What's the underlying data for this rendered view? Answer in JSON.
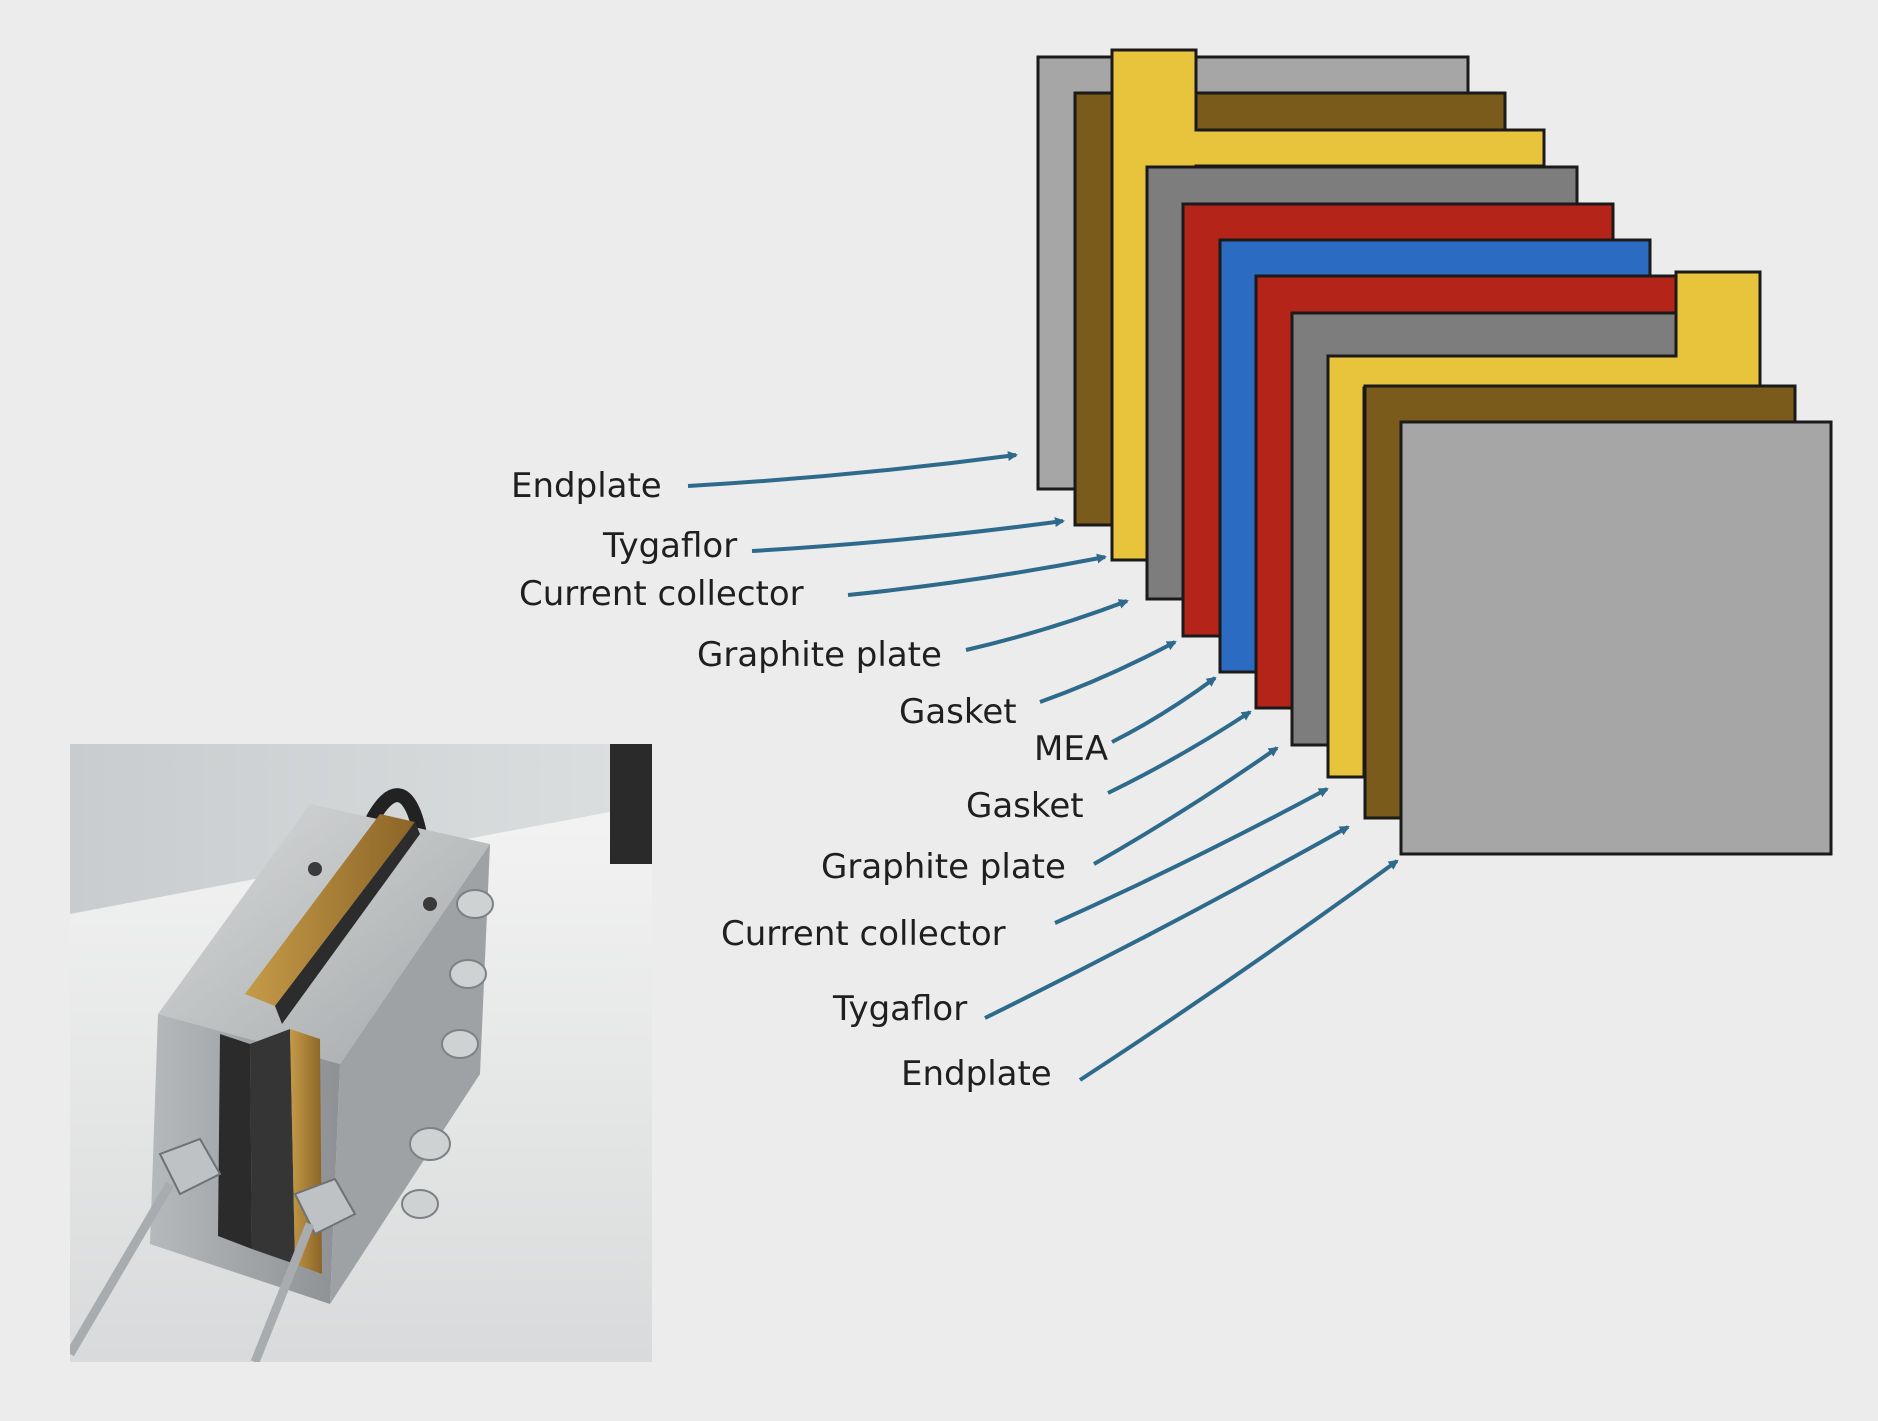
{
  "colors": {
    "background": "#ececec",
    "outline": "#1a1a1a",
    "arrow": "#2e6a8c",
    "endplate": "#a6a6a6",
    "tygaflor": "#7a5b1c",
    "current_collector": "#e8c33c",
    "graphite_plate": "#7d7d7d",
    "gasket": "#b42418",
    "mea": "#2b6cc2"
  },
  "layers": [
    {
      "type": "endplate",
      "label": "Endplate"
    },
    {
      "type": "tygaflor",
      "label": "Tygaflor"
    },
    {
      "type": "current_collector",
      "label": "Current collector"
    },
    {
      "type": "graphite_plate",
      "label": "Graphite plate"
    },
    {
      "type": "gasket",
      "label": "Gasket"
    },
    {
      "type": "mea",
      "label": "MEA"
    },
    {
      "type": "gasket",
      "label": "Gasket"
    },
    {
      "type": "graphite_plate",
      "label": "Graphite plate"
    },
    {
      "type": "current_collector",
      "label": "Current collector"
    },
    {
      "type": "tygaflor",
      "label": "Tygaflor"
    },
    {
      "type": "endplate",
      "label": "Endplate"
    }
  ],
  "photo": {
    "subject": "assembled fuel cell stack photograph"
  }
}
